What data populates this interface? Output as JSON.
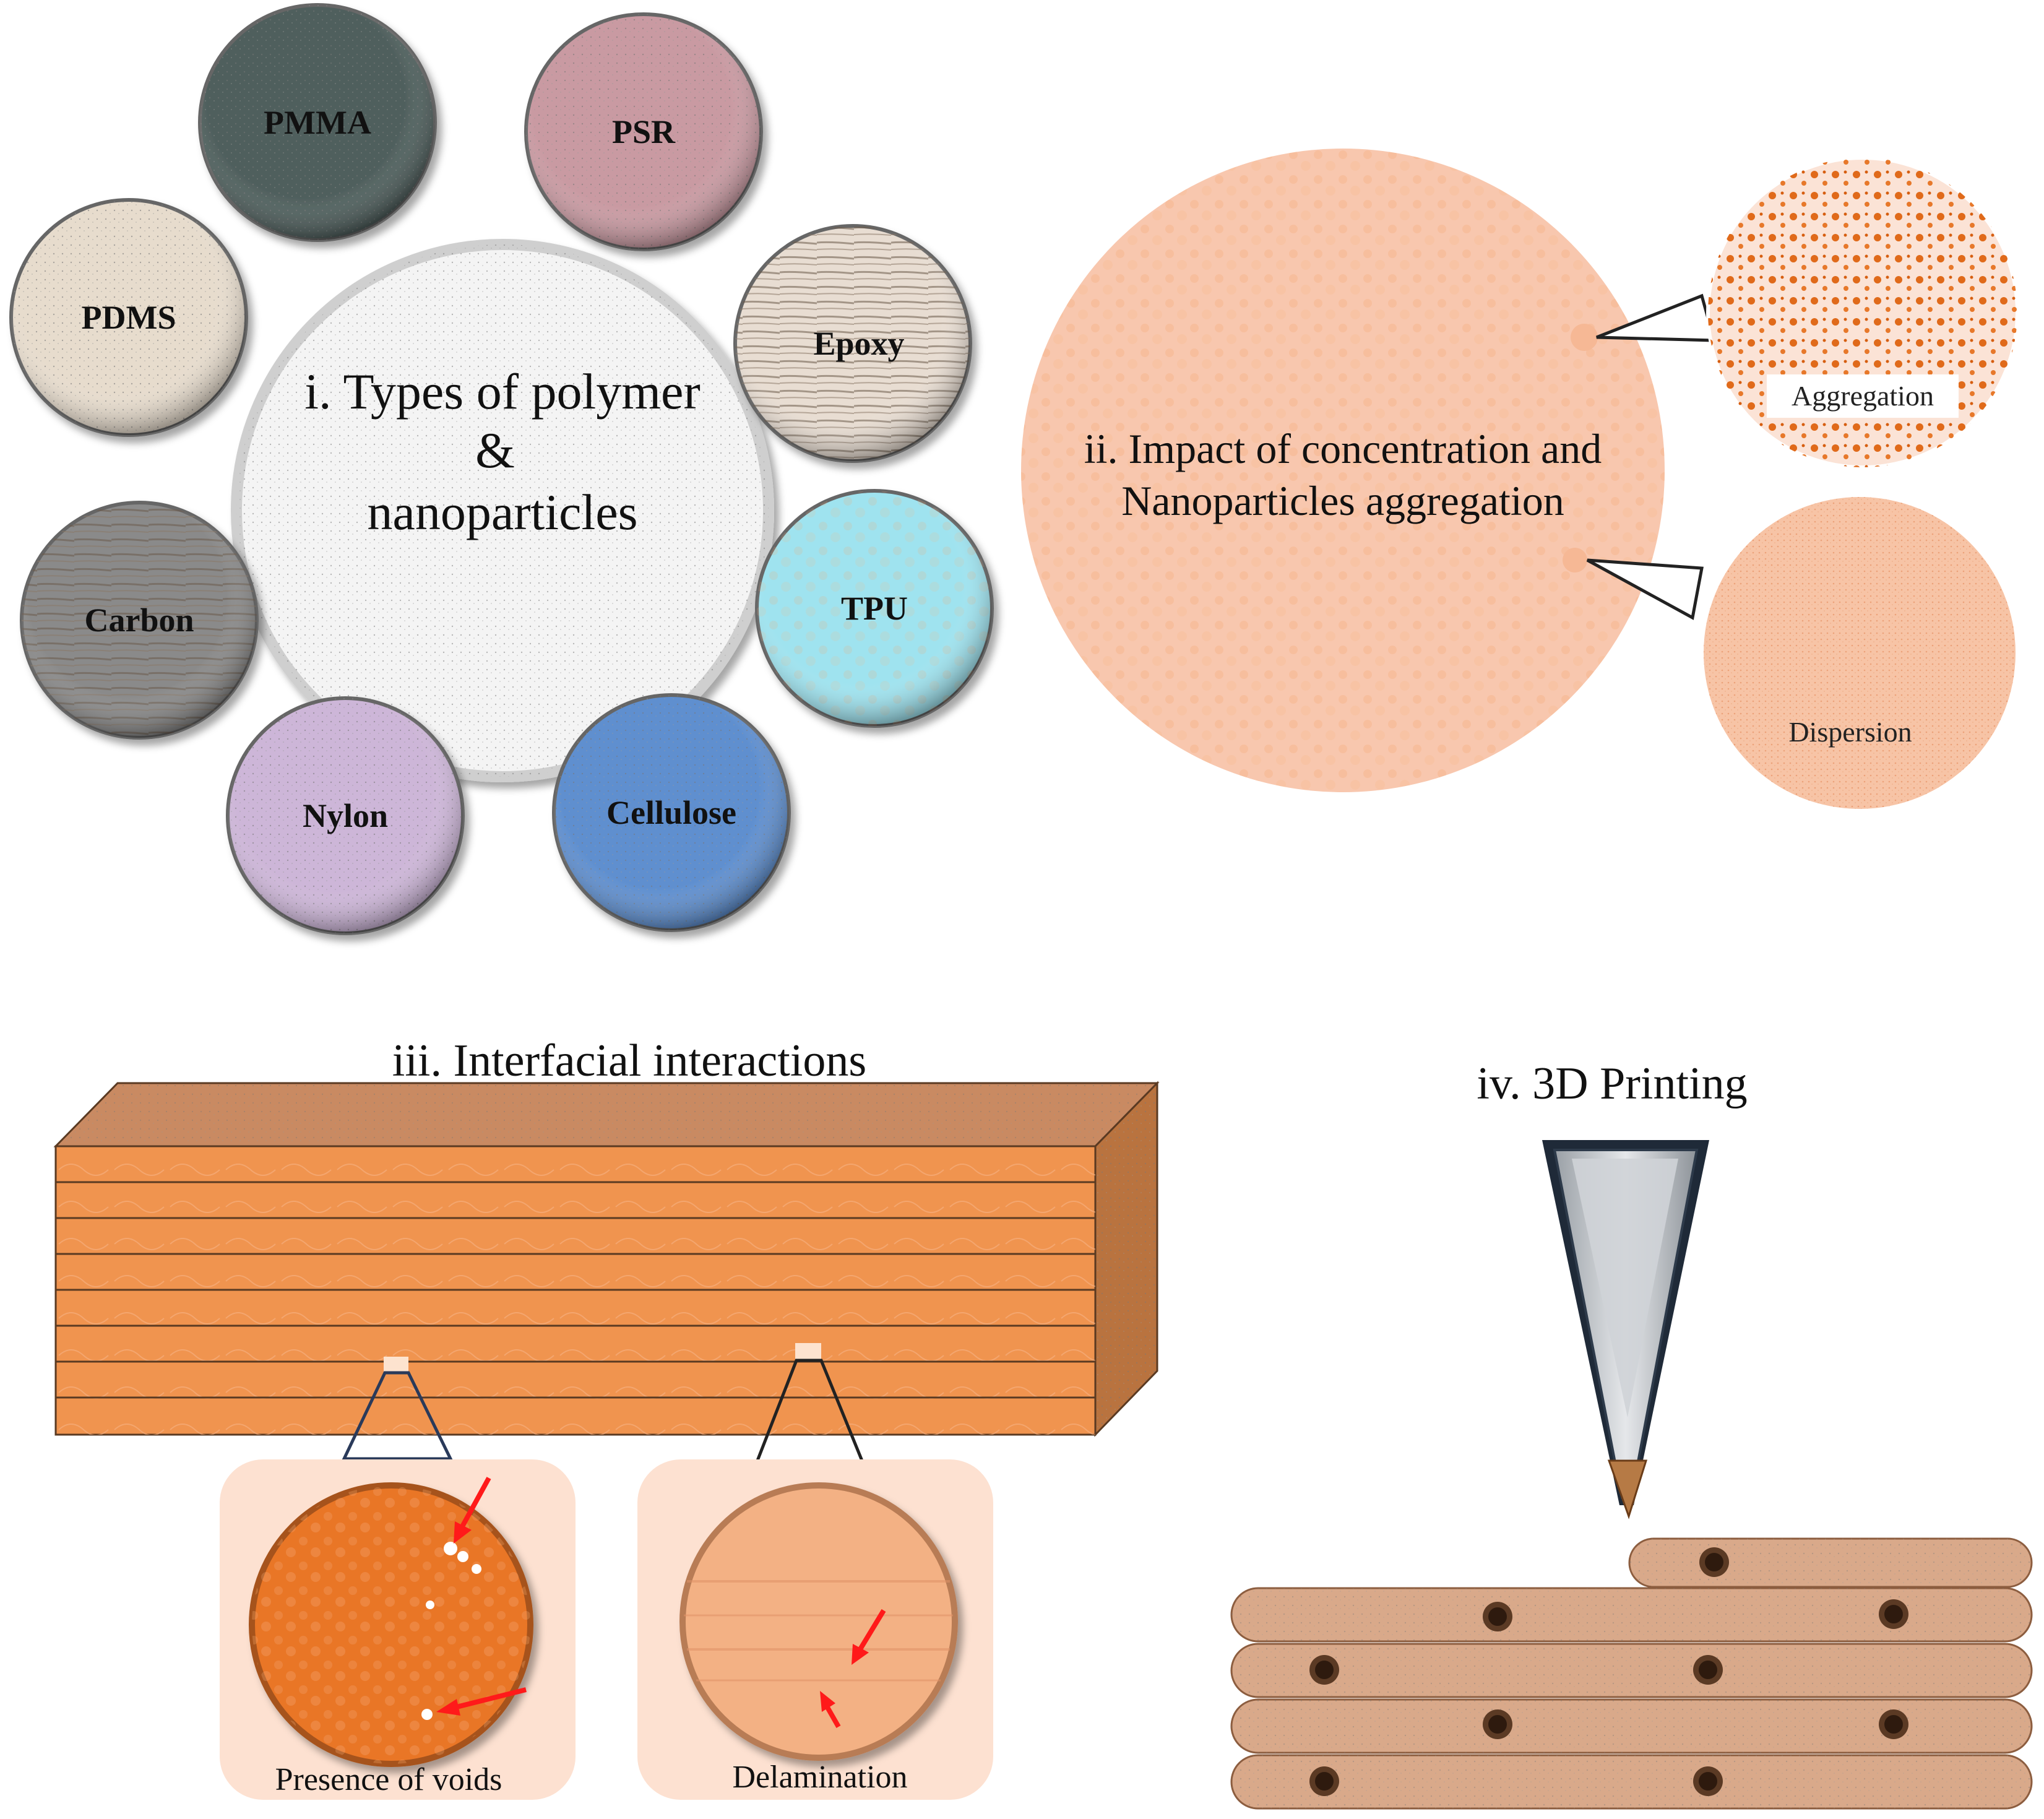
{
  "panel_i": {
    "title_line1": "i. Types of polymer",
    "title_line2": "&",
    "title_line3": "nanoparticles",
    "polymers": [
      {
        "label": "PMMA",
        "color": "#4f5f5d"
      },
      {
        "label": "PSR",
        "color": "#c99aa2"
      },
      {
        "label": "Epoxy",
        "color": "#e8ddd2"
      },
      {
        "label": "TPU",
        "color": "#9fe3ef"
      },
      {
        "label": "Cellulose",
        "color": "#5f8fcf"
      },
      {
        "label": "Nylon",
        "color": "#cdb6d8"
      },
      {
        "label": "Carbon",
        "color": "#8a8a8a"
      },
      {
        "label": "PDMS",
        "color": "#e7dccd"
      }
    ]
  },
  "panel_ii": {
    "title_line1": "ii. Impact of concentration and",
    "title_line2": "Nanoparticles aggregation",
    "aggregation_label": "Aggregation",
    "dispersion_label": "Dispersion",
    "color": "#f8c7ae"
  },
  "panel_iii": {
    "title": "iii. Interfacial interactions",
    "voids_label": "Presence of voids",
    "delamination_label": "Delamination",
    "color": "#f0944f"
  },
  "panel_iv": {
    "title": "iv. 3D Printing",
    "color": "#d9a98a"
  }
}
